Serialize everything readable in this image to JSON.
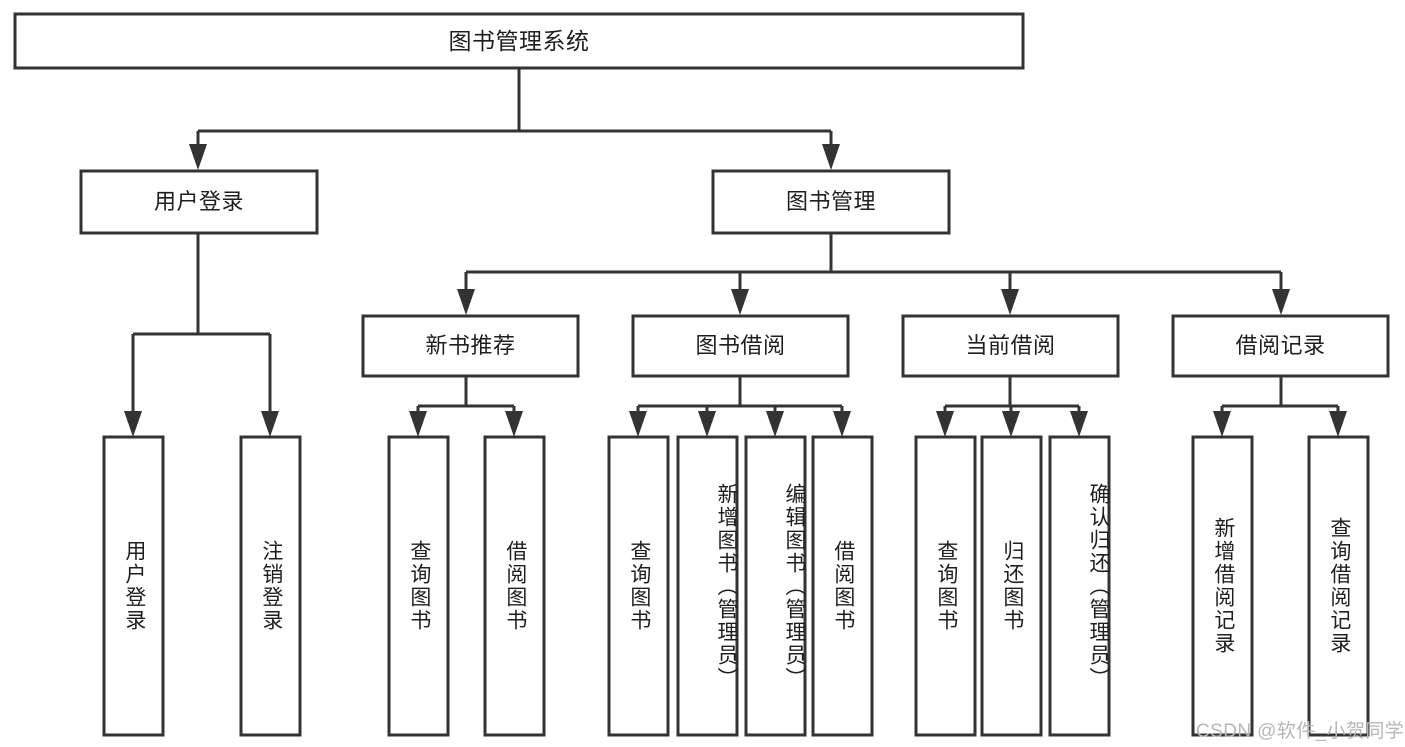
{
  "diagram": {
    "title": "图书管理系统",
    "type": "tree-hierarchy-diagram",
    "colors": {
      "box_stroke": "#333333",
      "box_fill": "#ffffff",
      "text": "#1f1f1f",
      "background": "#ffffff",
      "watermark": "#b7b7b7"
    },
    "root": {
      "id": "root",
      "label": "图书管理系统"
    },
    "level1": [
      {
        "id": "user-login",
        "label": "用户登录"
      },
      {
        "id": "book-management",
        "label": "图书管理"
      }
    ],
    "level2": [
      {
        "id": "new-book-recommend",
        "label": "新书推荐",
        "parent": "book-management"
      },
      {
        "id": "book-borrow",
        "label": "图书借阅",
        "parent": "book-management"
      },
      {
        "id": "current-borrow",
        "label": "当前借阅",
        "parent": "book-management"
      },
      {
        "id": "borrow-record",
        "label": "借阅记录",
        "parent": "book-management"
      }
    ],
    "leaves": {
      "user_login": [
        {
          "id": "leaf-user-login",
          "label": "用户登录"
        },
        {
          "id": "leaf-logout-login",
          "label": "注销登录"
        }
      ],
      "new_book_recommend": [
        {
          "id": "leaf-query-book-1",
          "label": "查询图书"
        },
        {
          "id": "leaf-borrow-book-1",
          "label": "借阅图书"
        }
      ],
      "book_borrow": [
        {
          "id": "leaf-query-book-2",
          "label": "查询图书"
        },
        {
          "id": "leaf-add-book",
          "label": "新增图书（管理员）"
        },
        {
          "id": "leaf-edit-book",
          "label": "编辑图书（管理员）"
        },
        {
          "id": "leaf-borrow-book-2",
          "label": "借阅图书"
        }
      ],
      "current_borrow": [
        {
          "id": "leaf-query-book-3",
          "label": "查询图书"
        },
        {
          "id": "leaf-return-book",
          "label": "归还图书"
        },
        {
          "id": "leaf-confirm-return",
          "label": "确认归还（管理员）"
        }
      ],
      "borrow_record": [
        {
          "id": "leaf-add-record",
          "label": "新增借阅记录"
        },
        {
          "id": "leaf-query-record",
          "label": "查询借阅记录"
        }
      ]
    }
  },
  "watermark": {
    "text": "CSDN @软件_小贺同学"
  }
}
